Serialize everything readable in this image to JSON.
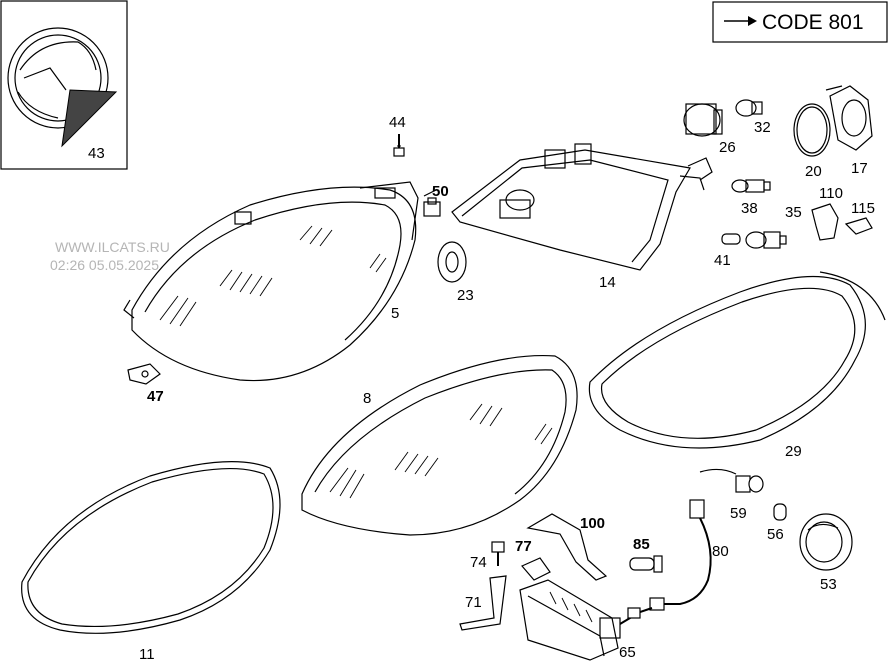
{
  "code_box": {
    "text": "CODE 801",
    "arrow": "right-arrow-icon"
  },
  "watermark": {
    "line1": "WWW.ILCATS.RU",
    "line2": "02:26 05.05.2025"
  },
  "part_numbers": {
    "p43": "43",
    "p44": "44",
    "p50": "50",
    "p5": "5",
    "p47": "47",
    "p23": "23",
    "p14": "14",
    "p26": "26",
    "p32": "32",
    "p20": "20",
    "p17": "17",
    "p38": "38",
    "p110": "110",
    "p35": "35",
    "p115": "115",
    "p41": "41",
    "p8": "8",
    "p29": "29",
    "p11": "11",
    "p59": "59",
    "p56": "56",
    "p53": "53",
    "p100": "100",
    "p85": "85",
    "p80": "80",
    "p74": "74",
    "p77": "77",
    "p71": "71",
    "p65": "65"
  }
}
